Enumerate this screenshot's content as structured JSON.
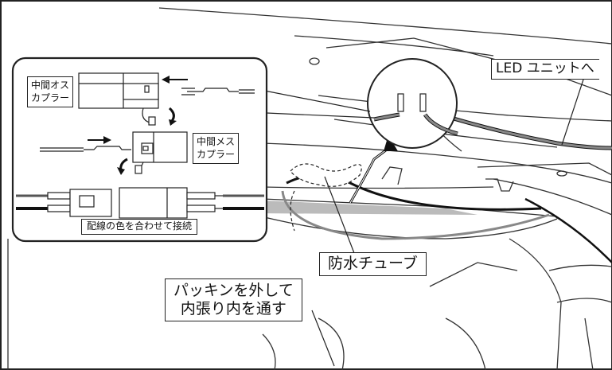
{
  "labels": {
    "led_unit": "LED ユニットへ",
    "waterproof_tube": "防水チューブ",
    "packing_line1": "パッキンを外して",
    "packing_line2": "内張り内を通す",
    "male_coupler_line1": "中間オス",
    "male_coupler_line2": "カプラー",
    "female_coupler_line1": "中間メス",
    "female_coupler_line2": "カプラー",
    "wire_color_note": "配線の色を合わせて接続"
  },
  "colors": {
    "line": "#222222",
    "wire_gray": "#888888",
    "wire_black": "#111111",
    "background": "#ffffff"
  }
}
